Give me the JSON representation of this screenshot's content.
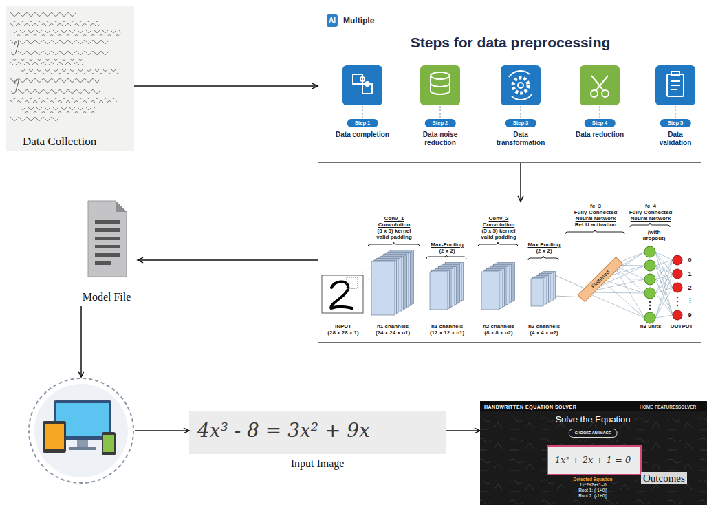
{
  "diagram": {
    "nodes": [
      {
        "text": [
          "Data Collection"
        ]
      },
      {
        "text": [
          "AI",
          "Multiple",
          "Steps for data preprocessing"
        ]
      },
      {
        "text": [
          "Step 1",
          "Data completion"
        ],
        "in": 1
      },
      {
        "text": [
          "Step 2",
          "Data noise reduction"
        ],
        "in": 1
      },
      {
        "text": [
          "Step 3",
          "Data transformation"
        ],
        "in": 1
      },
      {
        "text": [
          "Step 4",
          "Data reduction"
        ],
        "in": 1
      },
      {
        "text": [
          "Step 5",
          "Data validation"
        ],
        "in": 1
      },
      {
        "text": [
          "Conv_1",
          "Convolution",
          "(5 x 5) kernel",
          "valid padding",
          "Max-Pooling",
          "(2 x 2)",
          "Conv_2",
          "Convolution",
          "(5 x 5) kernel",
          "valid padding",
          "Max Pooling",
          "(2 x 2)",
          "fc_3",
          "Fully-Connected",
          "Neural Network",
          "ReLU activation",
          "fc_4",
          "Fully-Connected",
          "Neural Network",
          "(with dropout)",
          "INPUT",
          "(28 x 28 x 1)",
          "n1 channels",
          "(24 x 24 x n1)",
          "n1 channels",
          "(12 x 12 x n1)",
          "n2 channels",
          "(8 x 8 x n2)",
          "n2 channels",
          "(4 x 4 x n2)",
          "Flattened",
          "n3 units",
          "0",
          "1",
          "2",
          "⋮",
          "9",
          "OUTPUT"
        ]
      },
      {
        "text": [
          "Model File"
        ]
      },
      {
        "text": []
      },
      {
        "text": [
          "4x³ - 8 = 3x² + 9x",
          "Input Image"
        ]
      },
      {
        "text": [
          "HANDWRITTEN EQUATION SOLVER",
          "HOME",
          "FEATURES",
          "SOLVER",
          "Solve the Equation",
          "CHOOSE AN IMAGE",
          "1x² + 2x + 1 = 0",
          "Detected Equation",
          "1x^2+2x+1=0",
          "Root 1: (-1+0j)",
          "Root 2: (-1+0j)",
          "Outcomes"
        ]
      }
    ],
    "edges": [
      {
        "from": 0,
        "to": 1,
        "arrow": "to"
      },
      {
        "from": 1,
        "to": 7,
        "arrow": "to"
      },
      {
        "from": 7,
        "to": 8,
        "arrow": "to"
      },
      {
        "from": 8,
        "to": 9,
        "arrow": "to"
      },
      {
        "from": 9,
        "to": 10,
        "arrow": "to"
      },
      {
        "from": 10,
        "to": 11,
        "arrow": "to"
      }
    ]
  }
}
